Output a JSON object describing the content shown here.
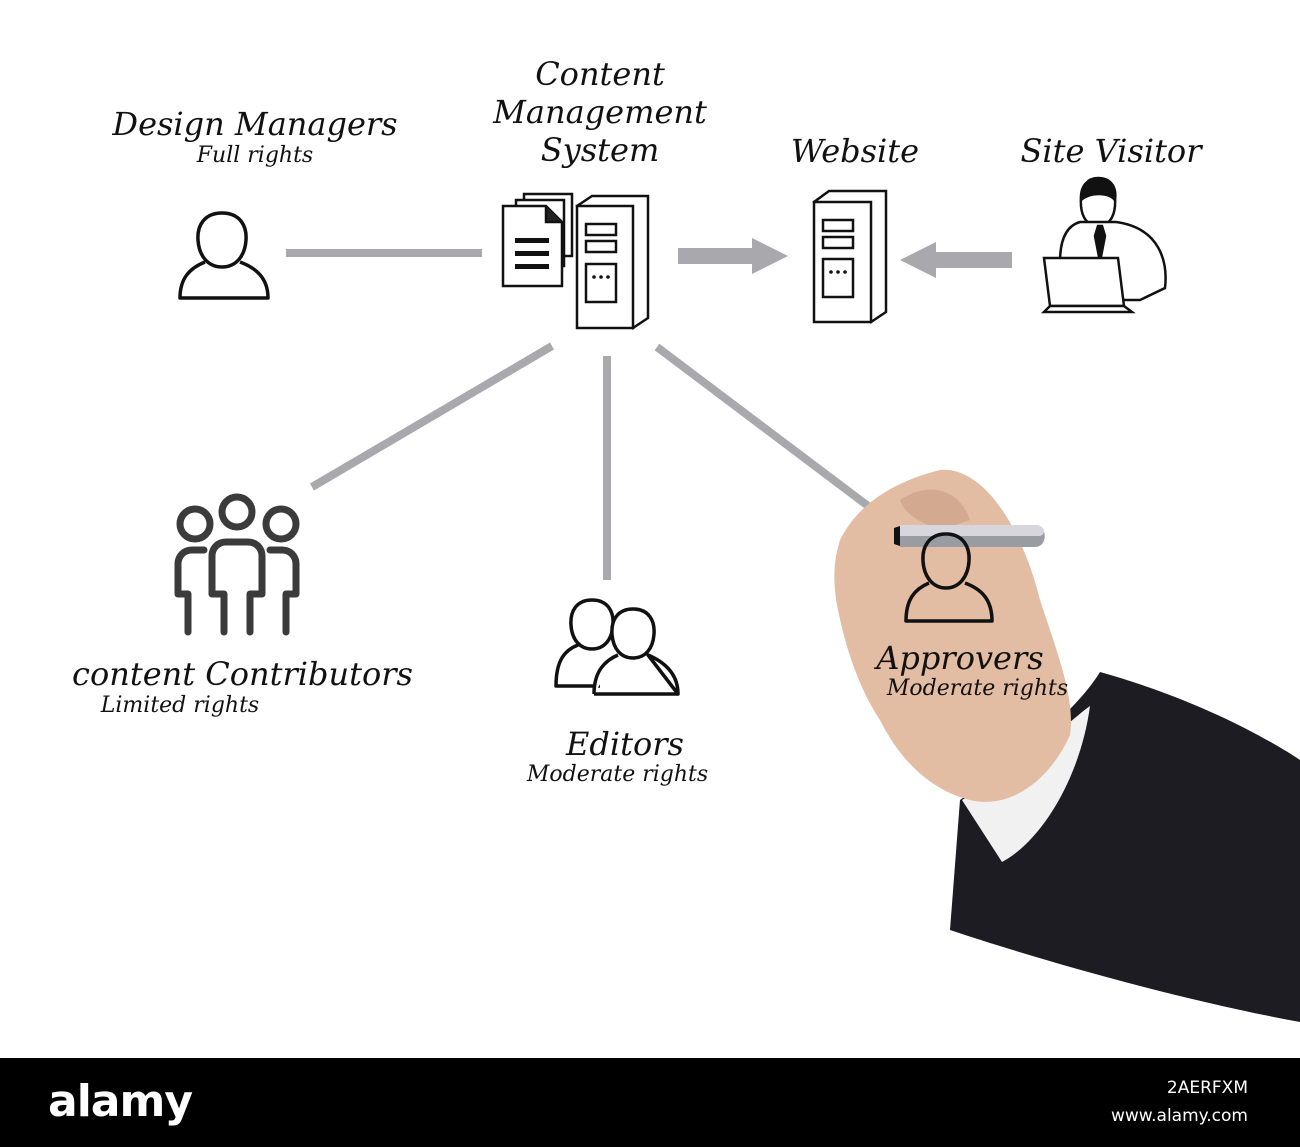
{
  "nodes": {
    "design_managers": {
      "title": "Design Managers",
      "subtitle": "Full rights"
    },
    "cms": {
      "title_lines": [
        "Content",
        "Management",
        "System"
      ]
    },
    "website": {
      "title": "Website"
    },
    "site_visitor": {
      "title": "Site Visitor"
    },
    "content_contributors": {
      "title": "content Contributors",
      "subtitle": "Limited rights"
    },
    "editors": {
      "title": "Editors",
      "subtitle": "Moderate rights"
    },
    "approvers": {
      "title": "Approvers",
      "subtitle": "Moderate rights"
    }
  },
  "watermark": {
    "logo": "alamy",
    "image_id": "2AERFXM",
    "url": "www.alamy.com"
  },
  "colors": {
    "connector": "#a8a8ad",
    "ink": "#111111",
    "sleeve": "#1c1c22",
    "skin": "#e2bca3"
  }
}
